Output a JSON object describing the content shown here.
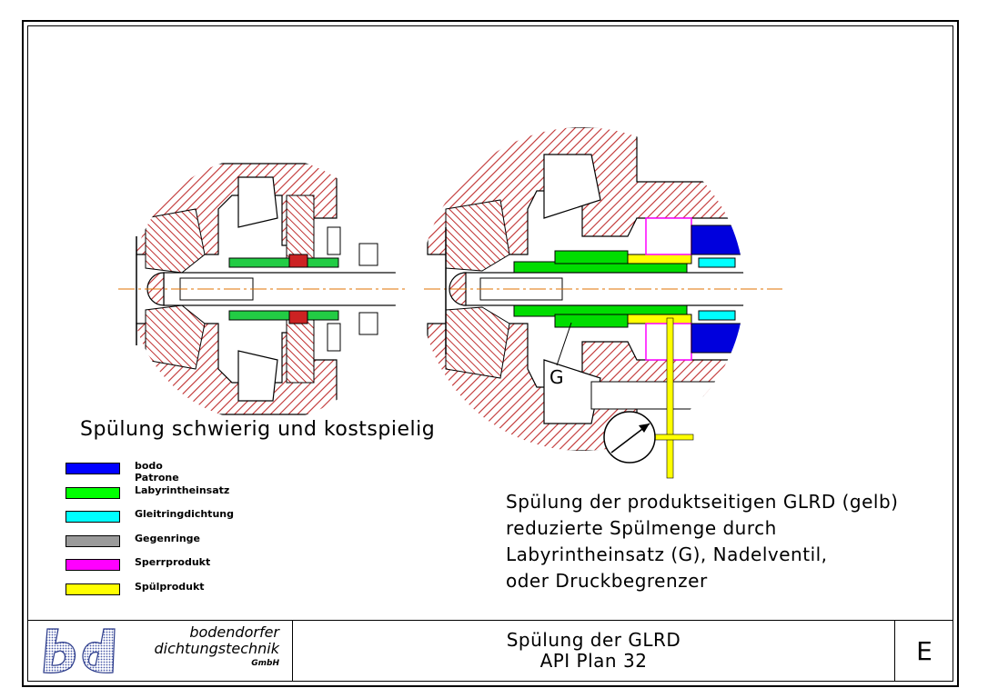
{
  "drawing": {
    "caption_left": "Spülung schwierig und kostspielig",
    "label_g": "G",
    "caption_right": [
      "Spülung der produktseitigen GLRD (gelb)",
      "reduzierte Spülmenge durch",
      "Labyrintheinsatz (G), Nadelventil,",
      "oder Druckbegrenzer"
    ]
  },
  "legend": [
    {
      "label": "bodo Patrone",
      "color": "#0000ff"
    },
    {
      "label": "Labyrintheinsatz",
      "color": "#00ff00"
    },
    {
      "label": "Gleitringdichtung",
      "color": "#00ffff"
    },
    {
      "label": "Gegenringe",
      "color": "#9a9a9a"
    },
    {
      "label": "Sperrprodukt",
      "color": "#ff00ff"
    },
    {
      "label": "Spülprodukt",
      "color": "#ffff00"
    }
  ],
  "title_block": {
    "company_line1": "bodendorfer",
    "company_line2": "dichtungstechnik",
    "company_line3": "GmbH",
    "title_line1": "Spülung der GLRD",
    "title_line2": "API Plan 32",
    "revision": "E"
  },
  "colors": {
    "hatch": "#c03030",
    "axis": "#e07000",
    "flush": "#ffff00"
  }
}
